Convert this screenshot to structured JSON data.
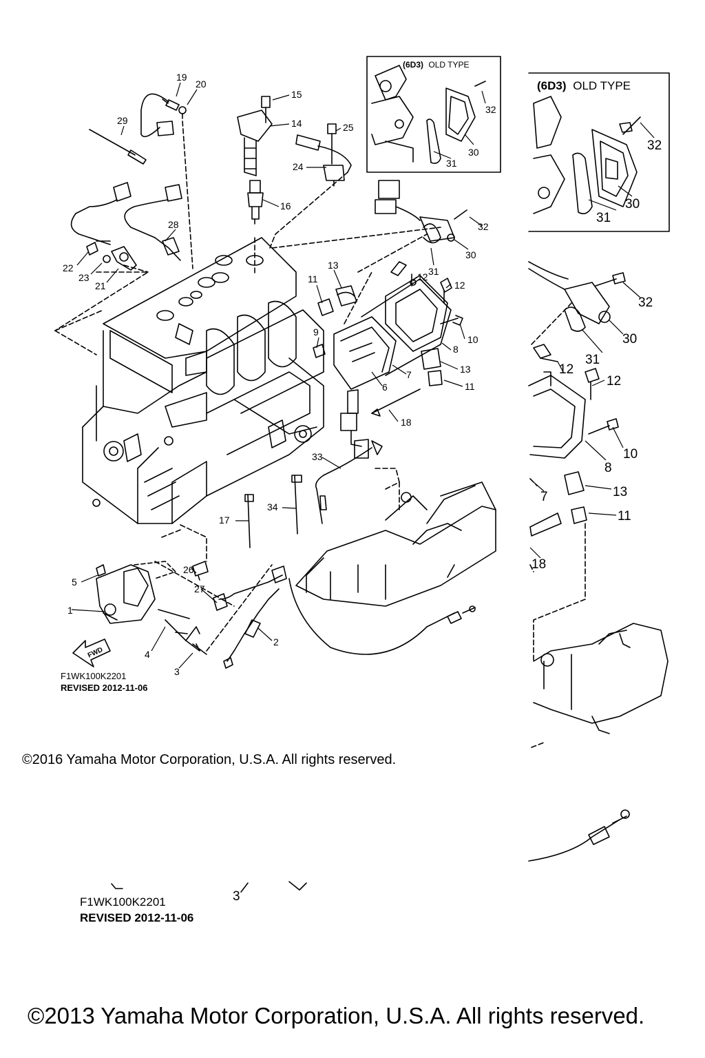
{
  "diagram": {
    "inset_title_bold": "(6D3)",
    "inset_title_rest": "OLD TYPE",
    "fwd_label": "FWD",
    "drawing_code": "F1WK100K2201",
    "revised": "REVISED 2012-11-06",
    "callouts_main": [
      "19",
      "20",
      "15",
      "14",
      "29",
      "25",
      "24",
      "16",
      "28",
      "22",
      "23",
      "21",
      "13",
      "11",
      "12",
      "12",
      "9",
      "10",
      "8",
      "6",
      "7",
      "13",
      "11",
      "18",
      "33",
      "34",
      "17",
      "26",
      "27",
      "5",
      "1",
      "4",
      "3",
      "2",
      "32",
      "30",
      "31",
      "32",
      "30",
      "31"
    ],
    "callouts_zoom": [
      "32",
      "30",
      "31",
      "32",
      "30",
      "31",
      "12",
      "12",
      "10",
      "8",
      "7",
      "13",
      "11",
      "18"
    ],
    "callouts_bottom": [
      "3"
    ]
  },
  "footer": {
    "copyright_2016": "©2016 Yamaha Motor Corporation, U.S.A. All rights reserved.",
    "copyright_2013": "©2013 Yamaha Motor Corporation, U.S.A. All rights reserved.",
    "drawing_code_large": "F1WK100K2201",
    "revised_large": "REVISED 2012-11-06"
  }
}
